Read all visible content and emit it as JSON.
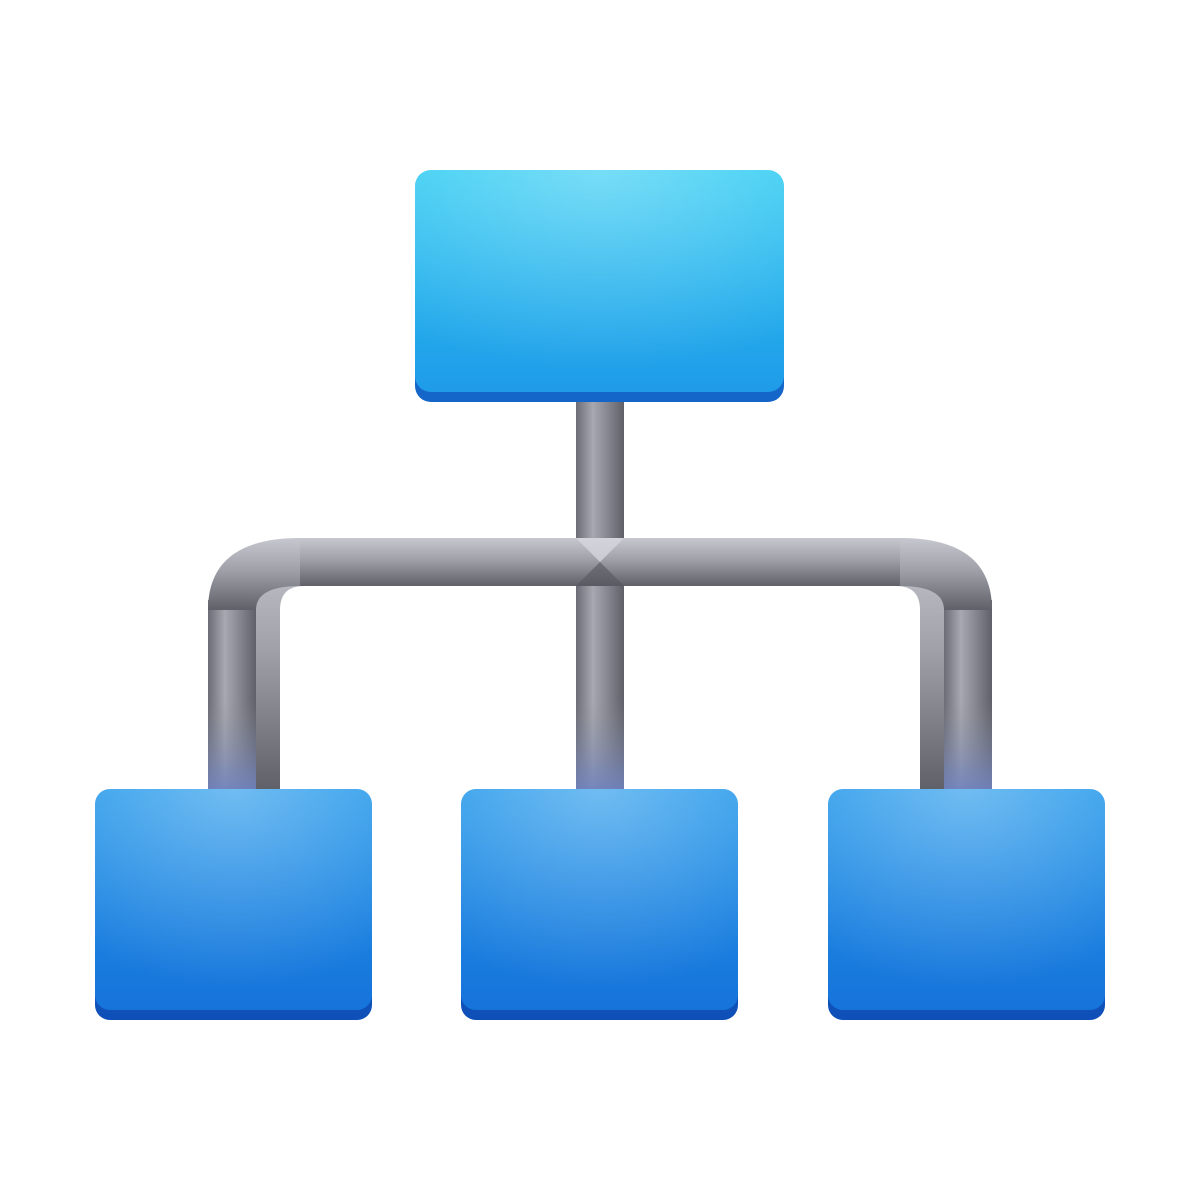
{
  "icon": {
    "name": "hierarchy-org-chart-icon",
    "nodes": [
      {
        "id": "root",
        "level": 0
      },
      {
        "id": "child-left",
        "level": 1
      },
      {
        "id": "child-center",
        "level": 1
      },
      {
        "id": "child-right",
        "level": 1
      }
    ],
    "colors": {
      "root_top": "#2ecbf2",
      "root_bottom": "#1f9be8",
      "root_edge": "#1565c8",
      "child_top": "#2398ea",
      "child_bottom": "#1673da",
      "child_edge": "#0f4fb8",
      "connector_light": "#c7c8cf",
      "connector_mid": "#8a8b94",
      "connector_dark": "#5f6068",
      "connector_blue_tint": "#7f8fc0",
      "background": "#ffffff"
    }
  }
}
